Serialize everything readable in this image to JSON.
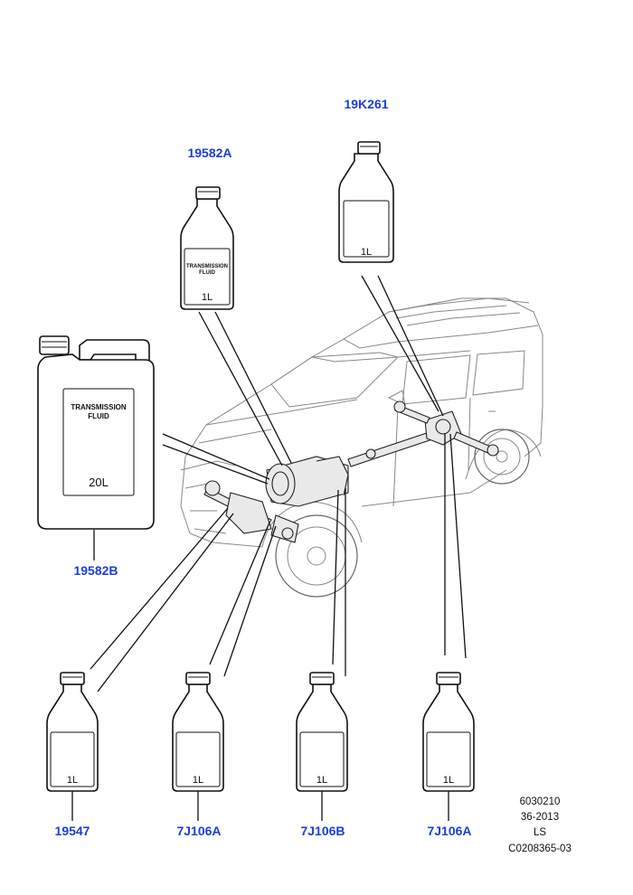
{
  "parts": {
    "p_19k261": "19K261",
    "p_19582a": "19582A",
    "p_19582b": "19582B",
    "p_19547": "19547",
    "p_7j106a_1": "7J106A",
    "p_7j106b": "7J106B",
    "p_7j106a_2": "7J106A"
  },
  "bottle_labels": {
    "volume_1l": "1L",
    "volume_20l": "20L",
    "transmission": "TRANSMISSION",
    "fluid": "FLUID"
  },
  "reference": {
    "line1": "6030210",
    "line2": "36-2013",
    "line3": "LS",
    "line4": "C0208365-03"
  }
}
